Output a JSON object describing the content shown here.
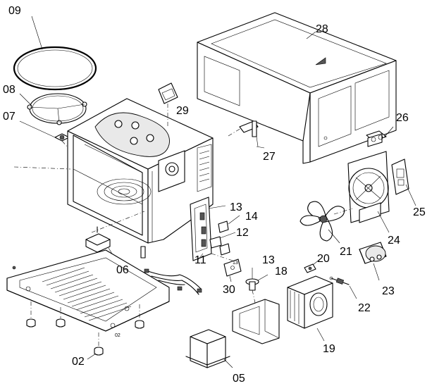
{
  "part_labels": [
    {
      "id": "p09",
      "text": "09"
    },
    {
      "id": "p08",
      "text": "08"
    },
    {
      "id": "p07",
      "text": "07"
    },
    {
      "id": "p29",
      "text": "29"
    },
    {
      "id": "p28",
      "text": "28"
    },
    {
      "id": "p26",
      "text": "26"
    },
    {
      "id": "p27",
      "text": "27"
    },
    {
      "id": "p25",
      "text": "25"
    },
    {
      "id": "p24",
      "text": "24"
    },
    {
      "id": "p21",
      "text": "21"
    },
    {
      "id": "p13a",
      "text": "13"
    },
    {
      "id": "p14",
      "text": "14"
    },
    {
      "id": "p12",
      "text": "12"
    },
    {
      "id": "p11",
      "text": "11"
    },
    {
      "id": "p06",
      "text": "06"
    },
    {
      "id": "p13b",
      "text": "13"
    },
    {
      "id": "p20",
      "text": "20"
    },
    {
      "id": "p18",
      "text": "18"
    },
    {
      "id": "p30",
      "text": "30"
    },
    {
      "id": "p23",
      "text": "23"
    },
    {
      "id": "p22",
      "text": "22"
    },
    {
      "id": "p19",
      "text": "19"
    },
    {
      "id": "p02",
      "text": "02"
    },
    {
      "id": "p05",
      "text": "05"
    }
  ],
  "small_marks": {
    "base_code": "02",
    "bracket_code": "13"
  }
}
